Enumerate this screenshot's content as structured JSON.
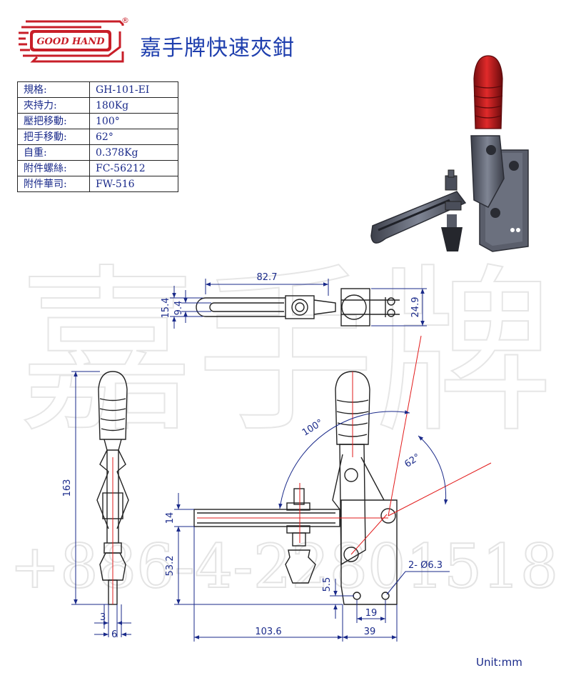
{
  "brand": {
    "logo_text": "GOOD HAND",
    "registered": "®"
  },
  "title": "嘉手牌快速夾鉗",
  "specs": [
    {
      "label": "規格:",
      "value": "GH-101-EI"
    },
    {
      "label": "夾持力:",
      "value": "180Kg"
    },
    {
      "label": "壓把移動:",
      "value": "100°"
    },
    {
      "label": "把手移動:",
      "value": "62°"
    },
    {
      "label": "自重:",
      "value": "0.378Kg"
    },
    {
      "label": "附件螺絲:",
      "value": "FC-56212"
    },
    {
      "label": "附件華司:",
      "value": "FW-516"
    }
  ],
  "watermark": {
    "text": "嘉手牌",
    "phone": "+886-4-22801518"
  },
  "dimensions": {
    "top_length": "82.7",
    "top_outer": "15.4",
    "top_inner": "9.4",
    "top_right": "24.9",
    "side_height": "163",
    "side_thickness_a": "3",
    "side_thickness_b": "6",
    "bar_height": "14",
    "base_height": "53.2",
    "hole_offset": "5.5",
    "hole_label": "2- Ø6.3",
    "hole_spacing": "19",
    "base_width": "39",
    "reach": "103.6",
    "angle_handle": "100°",
    "angle_arm": "62°"
  },
  "unit": "Unit:mm",
  "colors": {
    "brand_red": "#c81e28",
    "title_blue": "#1f3fae",
    "dim_blue": "#1a2a8a",
    "red_line": "#e21b1b"
  }
}
